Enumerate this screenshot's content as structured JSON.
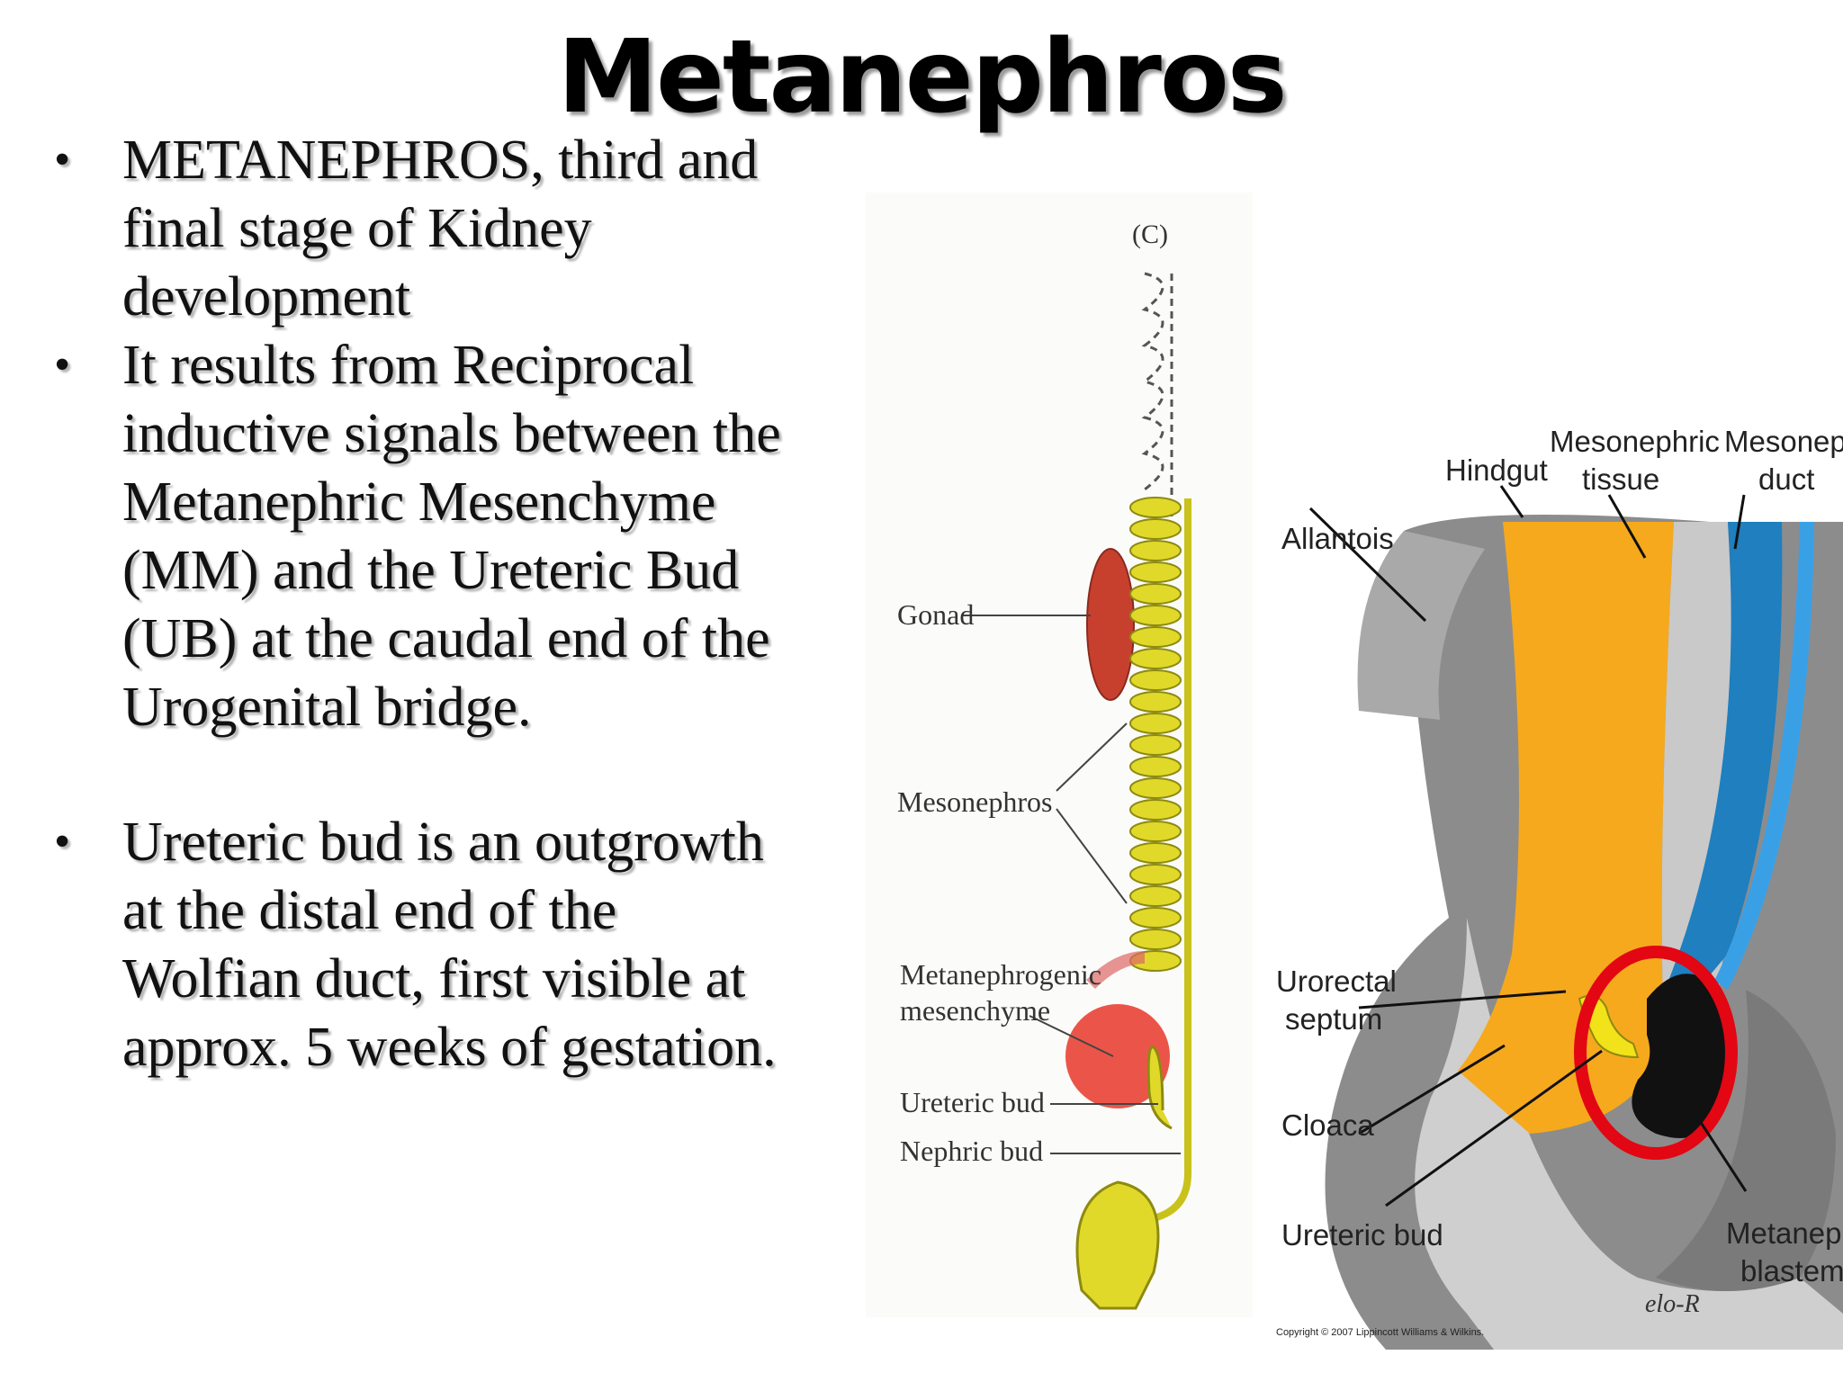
{
  "title": "Metanephros",
  "bullets": [
    {
      "text": "METANEPHROS, third and final stage of Kidney development"
    },
    {
      "text": "It results from Reciprocal inductive signals between the Metanephric Mesenchyme (MM) and the Ureteric Bud (UB) at the caudal end of the Urogenital bridge."
    },
    {
      "text": "Ureteric bud is an outgrowth at the distal end of the Wolfian duct, first visible at approx. 5 weeks of gestation."
    }
  ],
  "figure_left": {
    "panel_label": "(C)",
    "labels": {
      "gonad": "Gonad",
      "mesonephros": "Mesonephros",
      "metanephrogenic": "Metanephrogenic",
      "mesenchyme": "mesenchyme",
      "ureteric_bud": "Ureteric bud",
      "nephric_bud": "Nephric bud"
    }
  },
  "figure_right": {
    "labels": {
      "hindgut": "Hindgut",
      "mesonephric_tissue_1": "Mesonephric",
      "mesonephric_tissue_2": "tissue",
      "mesonephric_duct_1": "Mesonephric",
      "mesonephric_duct_2": "duct",
      "allantois": "Allantois",
      "urorectal_1": "Urorectal",
      "urorectal_2": "septum",
      "cloaca": "Cloaca",
      "ureteric_bud": "Ureteric bud",
      "blastema_1": "Metanephric",
      "blastema_2": "blastema",
      "signature": "elo-R"
    },
    "copyright": "Copyright © 2007 Lippincott Williams & Wilkins."
  },
  "colors": {
    "yellow_tubule": "#d9d21a",
    "gonad_red": "#c0392b",
    "mesenchyme_red": "#e8372a",
    "orange_hindgut": "#f5a81c",
    "blue_duct": "#2f8fd0",
    "gray_body": "#8a8a8a",
    "highlight_circle": "#e30613"
  }
}
